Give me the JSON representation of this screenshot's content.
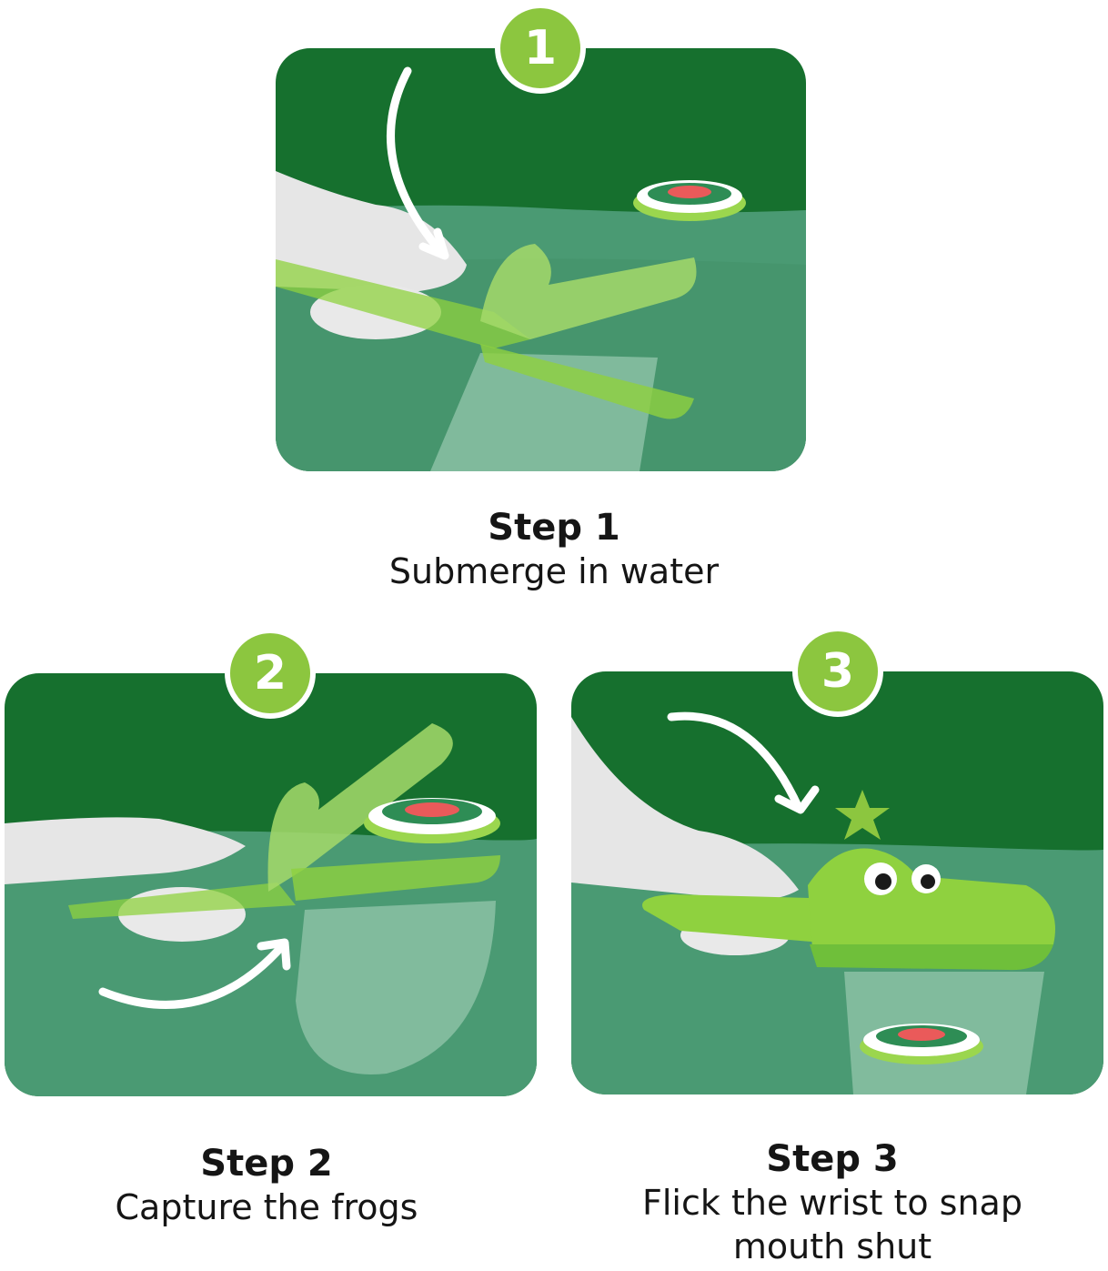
{
  "colors": {
    "dark_green": "#16702e",
    "water_green": "#4a9a73",
    "net_green": "#8fc3a8",
    "badge_green": "#8cc63f",
    "croc_green": "#8fd13f",
    "hand_gray": "#e6e6e6"
  },
  "steps": [
    {
      "number": "1",
      "title": "Step 1",
      "desc": "Submerge in water"
    },
    {
      "number": "2",
      "title": "Step 2",
      "desc": "Capture the frogs"
    },
    {
      "number": "3",
      "title": "Step 3",
      "desc": "Flick the wrist to snap mouth shut"
    }
  ]
}
